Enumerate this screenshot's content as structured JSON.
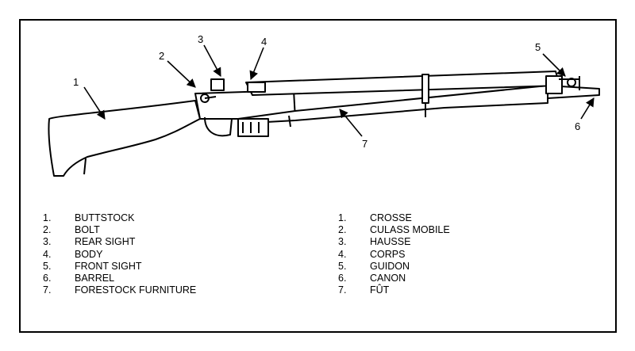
{
  "callouts": [
    "1",
    "2",
    "3",
    "4",
    "5",
    "6",
    "7"
  ],
  "legend_english": [
    {
      "num": "1.",
      "label": "BUTTSTOCK"
    },
    {
      "num": "2.",
      "label": "BOLT"
    },
    {
      "num": "3.",
      "label": "REAR SIGHT"
    },
    {
      "num": "4.",
      "label": "BODY"
    },
    {
      "num": "5.",
      "label": "FRONT SIGHT"
    },
    {
      "num": "6.",
      "label": "BARREL"
    },
    {
      "num": "7.",
      "label": "FORESTOCK FURNITURE"
    }
  ],
  "legend_french": [
    {
      "num": "1.",
      "label": "CROSSE"
    },
    {
      "num": "2.",
      "label": "CULASS MOBILE"
    },
    {
      "num": "3.",
      "label": "HAUSSE"
    },
    {
      "num": "4.",
      "label": "CORPS"
    },
    {
      "num": "5.",
      "label": "GUIDON"
    },
    {
      "num": "6.",
      "label": "CANON"
    },
    {
      "num": "7.",
      "label": "FÛT"
    }
  ]
}
